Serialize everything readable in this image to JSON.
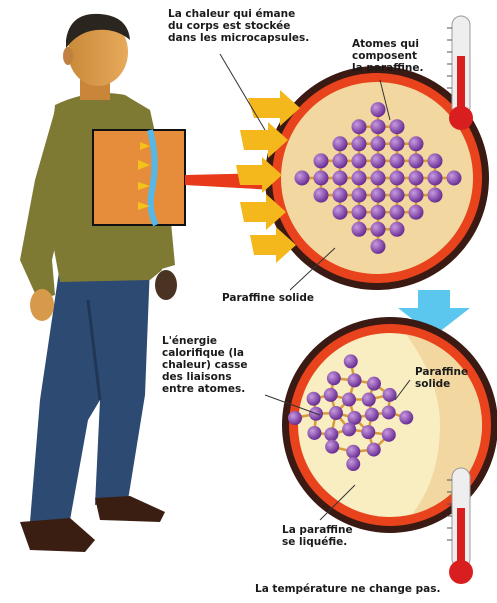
{
  "labels": {
    "heat_stored": [
      "La chaleur qui émane",
      "du corps est stockée",
      "dans les microcapsules."
    ],
    "atoms": [
      "Atomes qui",
      "composent",
      "la paraffine."
    ],
    "solid_paraffin": "Paraffine solide",
    "energy_breaks": [
      "L'énergie",
      "calorifique (la",
      "chaleur) casse",
      "des liaisons",
      "entre atomes."
    ],
    "paraffin_solid_upper": [
      "Paraffine",
      "solide"
    ],
    "paraffin_liquefies": [
      "La paraffine",
      "se liquéfie."
    ],
    "temperature_constant": "La température ne change pas."
  },
  "colors": {
    "capsule_rim": "#e8431c",
    "capsule_dark_rim": "#3a1a12",
    "solid_fill": "#f2d7a0",
    "liquid_fill": "#f8eec2",
    "atom": "#8e4fb8",
    "bond": "#d89a3a",
    "heat_arrow": "#f5b81c",
    "down_arrow": "#5bc6ee",
    "thermometer_red": "#d81e1e"
  }
}
